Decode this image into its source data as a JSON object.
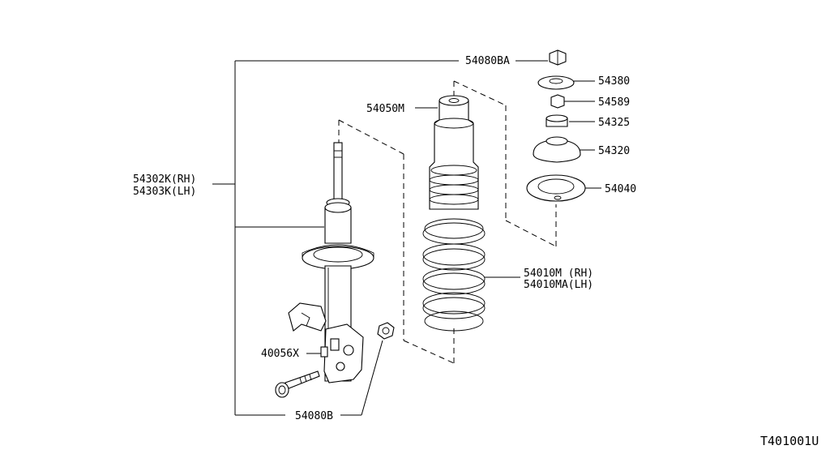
{
  "labels": {
    "top_nut": "54080BA",
    "strut_rh": "54302K(RH)",
    "strut_lh": "54303K(LH)",
    "bumper": "54050M",
    "seat_upper": "54380",
    "nut_small": "54589",
    "bushing": "54325",
    "mount": "54320",
    "seat_lower": "54040",
    "spring_rh": "54010M (RH)",
    "spring_lh": "54010MA(LH)",
    "bolt": "40056X",
    "nut_bottom": "54080B"
  },
  "reference_code": "T401001U"
}
